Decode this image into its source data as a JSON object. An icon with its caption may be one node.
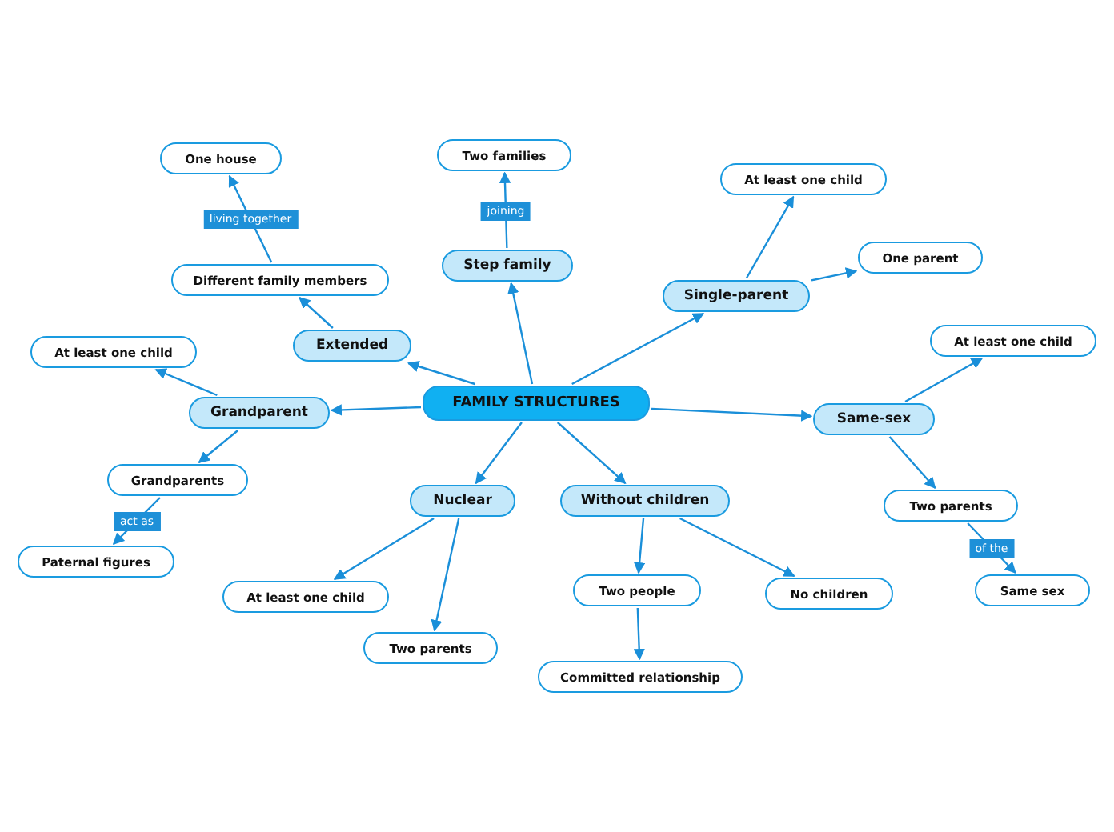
{
  "diagram": {
    "nodes": [
      {
        "text": [
          "FAMILY STRUCTURES"
        ]
      },
      {
        "text": [
          "Step family"
        ]
      },
      {
        "text": [
          "Two families"
        ]
      },
      {
        "text": [
          "Extended"
        ]
      },
      {
        "text": [
          "Different family members"
        ]
      },
      {
        "text": [
          "One house"
        ]
      },
      {
        "text": [
          "Single-parent"
        ]
      },
      {
        "text": [
          "At least one child"
        ]
      },
      {
        "text": [
          "One parent"
        ]
      },
      {
        "text": [
          "Grandparent"
        ]
      },
      {
        "text": [
          "At least one child"
        ]
      },
      {
        "text": [
          "Grandparents"
        ]
      },
      {
        "text": [
          "Paternal figures"
        ]
      },
      {
        "text": [
          "Same-sex"
        ]
      },
      {
        "text": [
          "At least one child"
        ]
      },
      {
        "text": [
          "Two parents"
        ]
      },
      {
        "text": [
          "Same sex"
        ]
      },
      {
        "text": [
          "Nuclear"
        ]
      },
      {
        "text": [
          "At least one child"
        ]
      },
      {
        "text": [
          "Two parents"
        ]
      },
      {
        "text": [
          "Without children"
        ]
      },
      {
        "text": [
          "Two people"
        ]
      },
      {
        "text": [
          "Committed relationship"
        ]
      },
      {
        "text": [
          "No children"
        ]
      }
    ],
    "edges": [
      {
        "from": 0,
        "to": 1,
        "arrow": "to"
      },
      {
        "from": 1,
        "to": 2,
        "arrow": "to",
        "label": "joining"
      },
      {
        "from": 0,
        "to": 3,
        "arrow": "to"
      },
      {
        "from": 3,
        "to": 4,
        "arrow": "to"
      },
      {
        "from": 4,
        "to": 5,
        "arrow": "to",
        "label": "living together"
      },
      {
        "from": 0,
        "to": 6,
        "arrow": "to"
      },
      {
        "from": 6,
        "to": 7,
        "arrow": "to"
      },
      {
        "from": 6,
        "to": 8,
        "arrow": "to"
      },
      {
        "from": 0,
        "to": 9,
        "arrow": "to"
      },
      {
        "from": 9,
        "to": 10,
        "arrow": "to"
      },
      {
        "from": 9,
        "to": 11,
        "arrow": "to"
      },
      {
        "from": 11,
        "to": 12,
        "arrow": "to",
        "label": "act as"
      },
      {
        "from": 0,
        "to": 13,
        "arrow": "to"
      },
      {
        "from": 13,
        "to": 14,
        "arrow": "to"
      },
      {
        "from": 13,
        "to": 15,
        "arrow": "to"
      },
      {
        "from": 15,
        "to": 16,
        "arrow": "to",
        "label": "of the"
      },
      {
        "from": 0,
        "to": 17,
        "arrow": "to"
      },
      {
        "from": 17,
        "to": 18,
        "arrow": "to"
      },
      {
        "from": 17,
        "to": 19,
        "arrow": "to"
      },
      {
        "from": 0,
        "to": 20,
        "arrow": "to"
      },
      {
        "from": 20,
        "to": 21,
        "arrow": "to"
      },
      {
        "from": 21,
        "to": 22,
        "arrow": "to"
      },
      {
        "from": 20,
        "to": 23,
        "arrow": "to"
      }
    ]
  }
}
